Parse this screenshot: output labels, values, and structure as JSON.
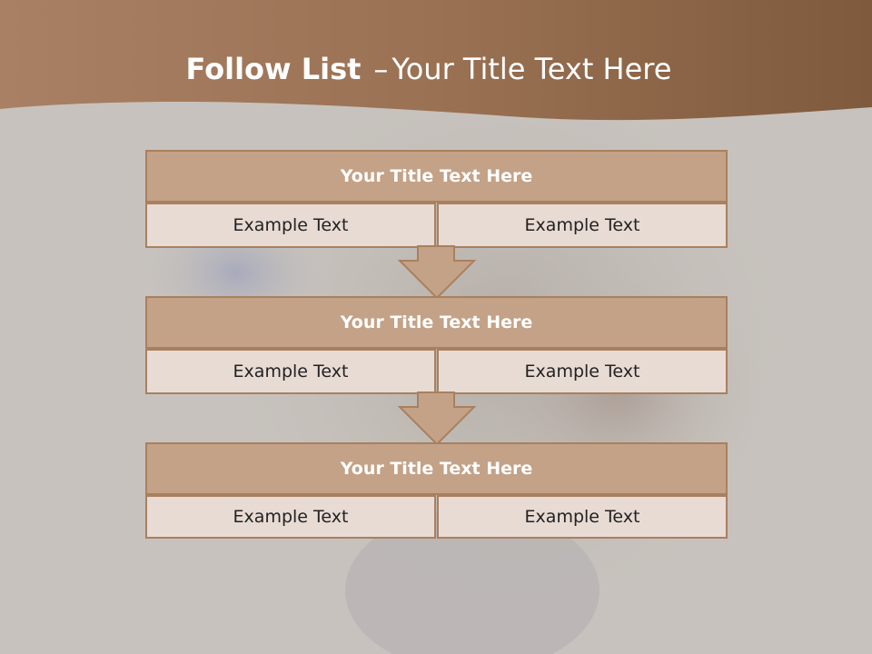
{
  "slide": {
    "title_bold": "Follow List",
    "title_dash": "–",
    "title_rest": "Your Title Text Here"
  },
  "blocks": [
    {
      "title": "Your Title Text Here",
      "left": "Example Text",
      "right": "Example Text"
    },
    {
      "title": "Your Title Text Here",
      "left": "Example Text",
      "right": "Example Text"
    },
    {
      "title": "Your Title Text Here",
      "left": "Example Text",
      "right": "Example Text"
    }
  ],
  "colors": {
    "header_brown": "#8c6244",
    "block_title_fill": "#c4a287",
    "block_cell_fill": "#e8dbd4",
    "border": "#a9805e",
    "background": "#c7c2bd"
  },
  "icons": [
    "down-arrow-icon",
    "down-arrow-icon"
  ]
}
